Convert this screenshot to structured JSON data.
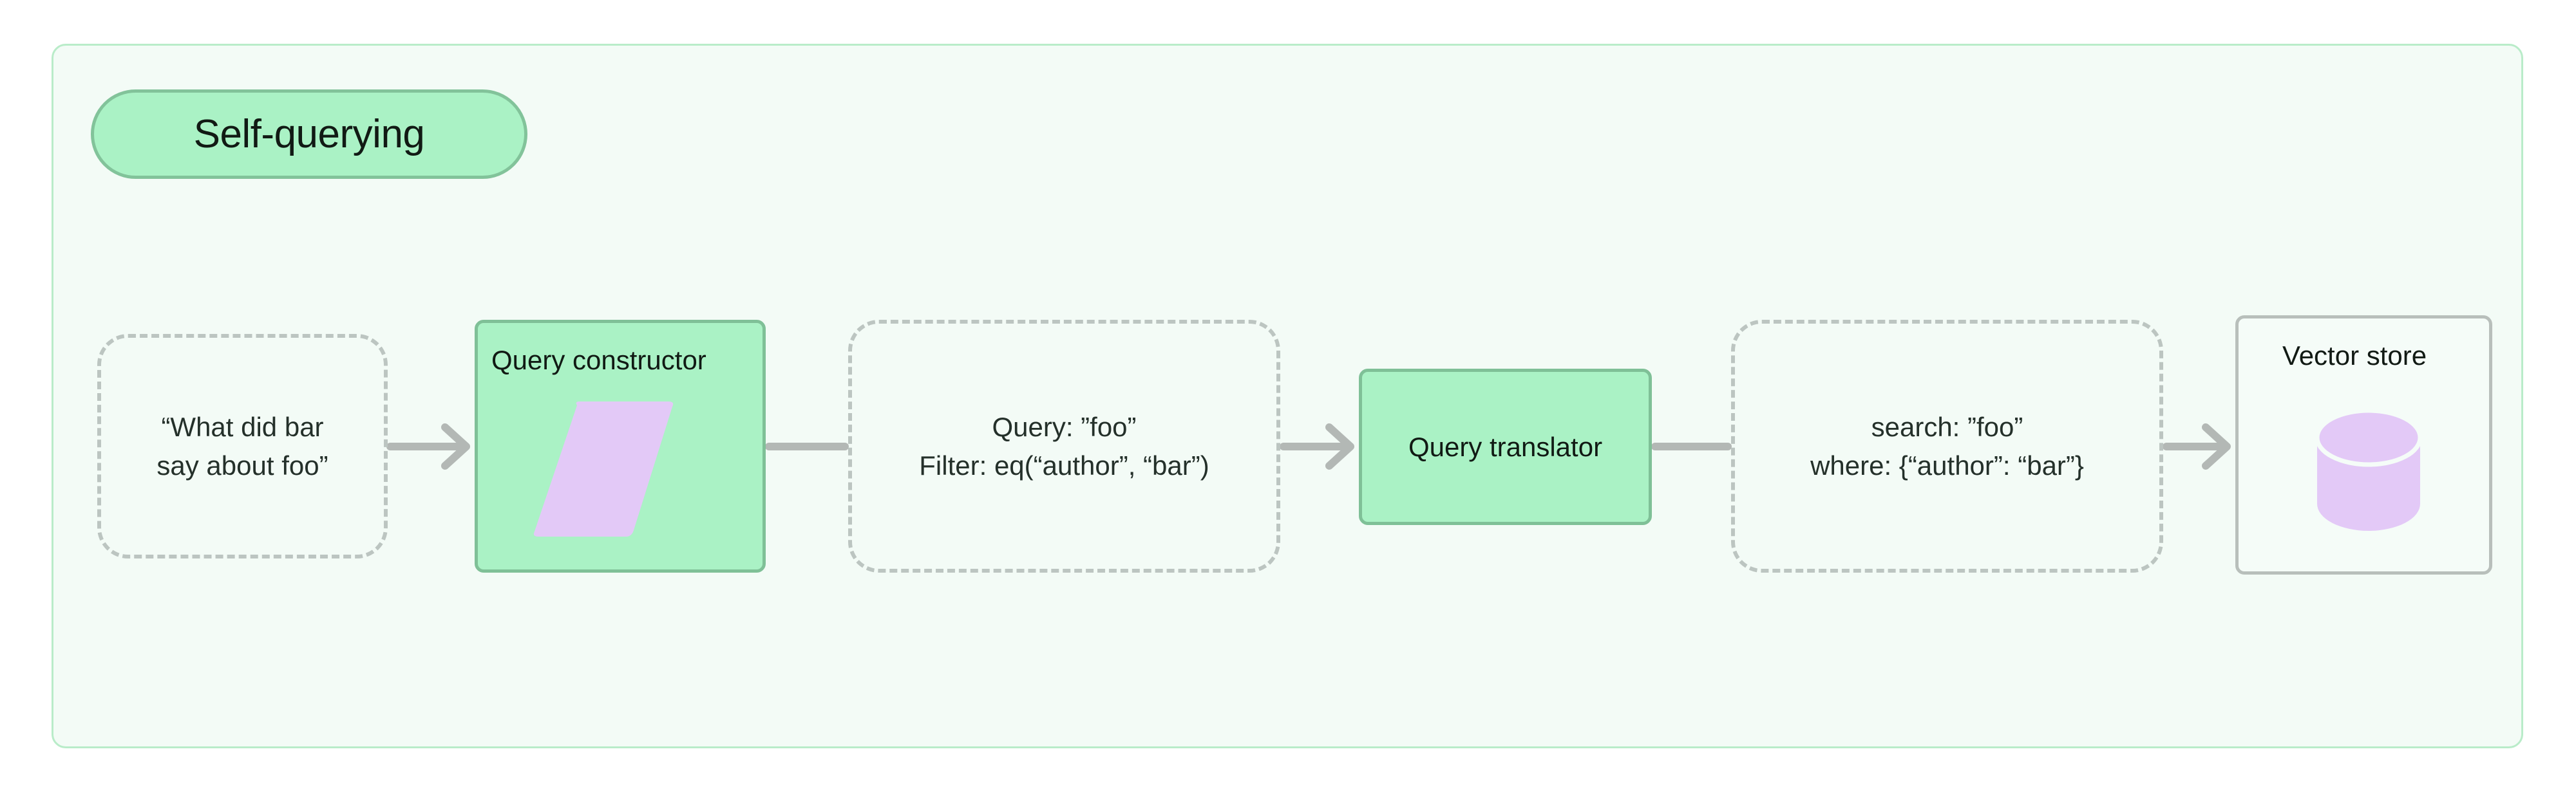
{
  "diagram": {
    "type": "flowchart",
    "direction": "left-to-right",
    "subgraph_title": "Self-querying",
    "colors": {
      "container_fill": "#f3fbf6",
      "container_border": "#b9ecc9",
      "process_fill": "#aaf2c5",
      "process_border": "#7fc097",
      "dashed_border": "#bcc5c1",
      "icon_purple": "#e3c9f7",
      "store_border": "#b8bfbb",
      "edge": "#b3b8b5",
      "text": "#111a14"
    },
    "nodes": [
      {
        "id": "user-question",
        "kind": "dashed-data",
        "lines": [
          "“What did bar",
          "say about foo”"
        ]
      },
      {
        "id": "query-constructor",
        "kind": "process",
        "label": "Query constructor",
        "icon": "parallelogram-icon"
      },
      {
        "id": "structured-query",
        "kind": "dashed-data",
        "lines": [
          "Query: ”foo”",
          "Filter: eq(“author”, “bar”)"
        ]
      },
      {
        "id": "query-translator",
        "kind": "process",
        "label": "Query translator"
      },
      {
        "id": "translated-query",
        "kind": "dashed-data",
        "lines": [
          "search: ”foo”",
          "where: {“author”: “bar”}"
        ]
      },
      {
        "id": "vector-store",
        "kind": "store",
        "label": "Vector store",
        "icon": "database-cylinder-icon"
      }
    ],
    "edges": [
      {
        "from": "user-question",
        "to": "query-constructor",
        "arrowhead": true
      },
      {
        "from": "query-constructor",
        "to": "structured-query",
        "arrowhead": false
      },
      {
        "from": "structured-query",
        "to": "query-translator",
        "arrowhead": true
      },
      {
        "from": "query-translator",
        "to": "translated-query",
        "arrowhead": false
      },
      {
        "from": "translated-query",
        "to": "vector-store",
        "arrowhead": true
      }
    ]
  }
}
